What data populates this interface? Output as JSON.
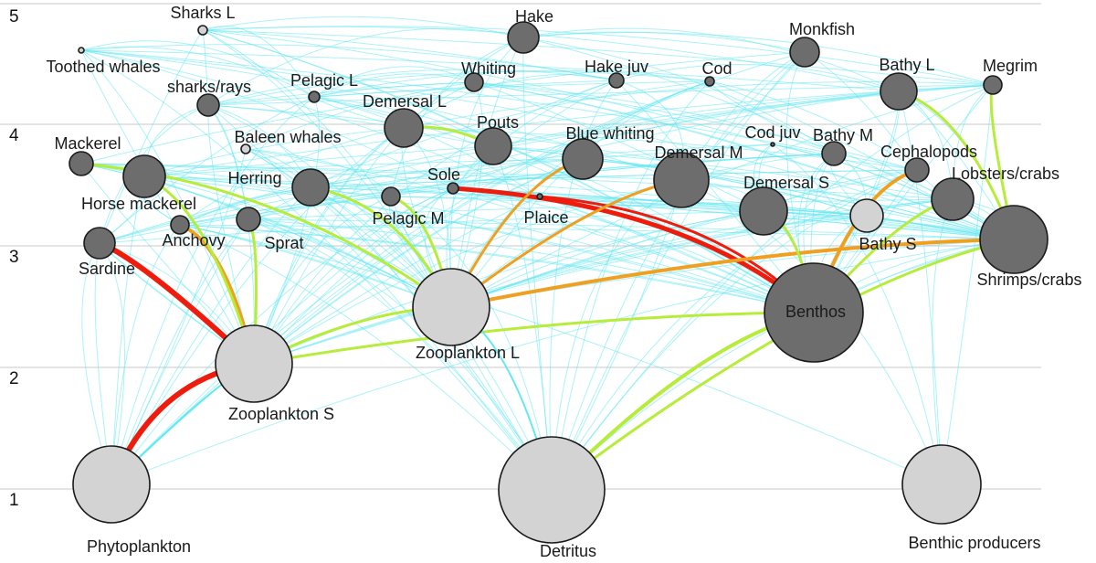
{
  "diagram": {
    "trophic_levels": [
      "1",
      "2",
      "3",
      "4",
      "5"
    ],
    "colors": {
      "weak_link": "#66e8f0",
      "medium_link": "#b6ec3a",
      "strong_link": "#f0a020",
      "strongest_link": "#ee1c0c",
      "dark_node": "#6d6d6d",
      "light_node": "#d3d3d3"
    },
    "nodes": [
      {
        "id": "sharks-l",
        "label": "Sharks L",
        "shade": "light"
      },
      {
        "id": "toothed-whales",
        "label": "Toothed whales",
        "shade": "light"
      },
      {
        "id": "hake",
        "label": "Hake",
        "shade": "dark"
      },
      {
        "id": "monkfish",
        "label": "Monkfish",
        "shade": "dark"
      },
      {
        "id": "sharks-rays",
        "label": "sharks/rays",
        "shade": "dark"
      },
      {
        "id": "pelagic-l",
        "label": "Pelagic L",
        "shade": "dark"
      },
      {
        "id": "whiting",
        "label": "Whiting",
        "shade": "dark"
      },
      {
        "id": "hake-juv",
        "label": "Hake juv",
        "shade": "dark"
      },
      {
        "id": "cod",
        "label": "Cod",
        "shade": "dark"
      },
      {
        "id": "bathy-l",
        "label": "Bathy L",
        "shade": "dark"
      },
      {
        "id": "megrim",
        "label": "Megrim",
        "shade": "dark"
      },
      {
        "id": "demersal-l",
        "label": "Demersal L",
        "shade": "dark"
      },
      {
        "id": "mackerel",
        "label": "Mackerel",
        "shade": "dark"
      },
      {
        "id": "baleen-whales",
        "label": "Baleen whales",
        "shade": "light"
      },
      {
        "id": "pouts",
        "label": "Pouts",
        "shade": "dark"
      },
      {
        "id": "blue-whiting",
        "label": "Blue whiting",
        "shade": "dark"
      },
      {
        "id": "cod-juv",
        "label": "Cod juv",
        "shade": "dark"
      },
      {
        "id": "bathy-m",
        "label": "Bathy M",
        "shade": "dark"
      },
      {
        "id": "demersal-m",
        "label": "Demersal M",
        "shade": "dark"
      },
      {
        "id": "cephalopods",
        "label": "Cephalopods",
        "shade": "dark"
      },
      {
        "id": "horse-mackerel",
        "label": "Horse mackerel",
        "shade": "dark"
      },
      {
        "id": "herring",
        "label": "Herring",
        "shade": "dark"
      },
      {
        "id": "sole",
        "label": "Sole",
        "shade": "dark"
      },
      {
        "id": "demersal-s",
        "label": "Demersal S",
        "shade": "dark"
      },
      {
        "id": "lobsters-crabs",
        "label": "Lobsters/crabs",
        "shade": "dark"
      },
      {
        "id": "pelagic-m",
        "label": "Pelagic M",
        "shade": "dark"
      },
      {
        "id": "plaice",
        "label": "Plaice",
        "shade": "dark"
      },
      {
        "id": "anchovy",
        "label": "Anchovy",
        "shade": "dark"
      },
      {
        "id": "sprat",
        "label": "Sprat",
        "shade": "dark"
      },
      {
        "id": "bathy-s",
        "label": "Bathy S",
        "shade": "light"
      },
      {
        "id": "sardine",
        "label": "Sardine",
        "shade": "dark"
      },
      {
        "id": "shrimps-crabs",
        "label": "Shrimps/crabs",
        "shade": "dark"
      },
      {
        "id": "benthos",
        "label": "Benthos",
        "shade": "dark"
      },
      {
        "id": "zooplankton-l",
        "label": "Zooplankton L",
        "shade": "light"
      },
      {
        "id": "zooplankton-s",
        "label": "Zooplankton S",
        "shade": "light"
      },
      {
        "id": "phytoplankton",
        "label": "Phytoplankton",
        "shade": "light"
      },
      {
        "id": "detritus",
        "label": "Detritus",
        "shade": "light"
      },
      {
        "id": "benthic-producers",
        "label": "Benthic producers",
        "shade": "light"
      }
    ]
  }
}
